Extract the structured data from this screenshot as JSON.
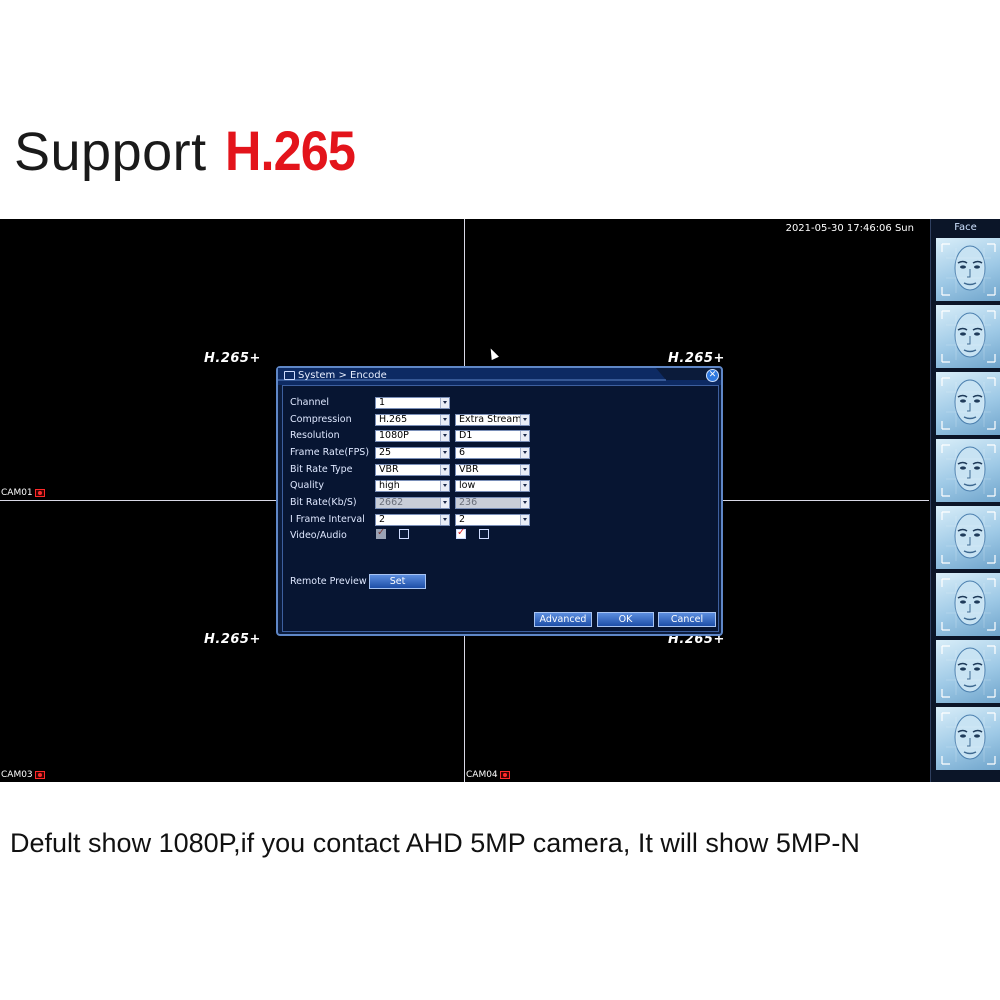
{
  "headline": {
    "plain": "Support",
    "accent": "H.265"
  },
  "screen": {
    "datetime": "2021-05-30 17:46:06 Sun",
    "codec_tag": "H.265+",
    "cameras": [
      "CAM01",
      "CAM03",
      "CAM04"
    ],
    "face_panel": {
      "title": "Face",
      "thumbnail_count": 8
    }
  },
  "dialog": {
    "breadcrumb": "System > Encode",
    "close_icon": "close-icon",
    "rows": [
      {
        "label": "Channel",
        "main": "1",
        "extra": ""
      },
      {
        "label": "Compression",
        "main": "H.265",
        "extra": "Extra Stream"
      },
      {
        "label": "Resolution",
        "main": "1080P",
        "extra": "D1"
      },
      {
        "label": "Frame Rate(FPS)",
        "main": "25",
        "extra": "6"
      },
      {
        "label": "Bit Rate Type",
        "main": "VBR",
        "extra": "VBR"
      },
      {
        "label": "Quality",
        "main": "high",
        "extra": "low"
      },
      {
        "label": "Bit Rate(Kb/S)",
        "main": "2662",
        "extra": "236"
      },
      {
        "label": "I Frame Interval",
        "main": "2",
        "extra": "2"
      },
      {
        "label": "Video/Audio",
        "main": "",
        "extra": ""
      }
    ],
    "remote_preview_label": "Remote Preview",
    "set_button": "Set",
    "advanced_button": "Advanced",
    "ok_button": "OK",
    "cancel_button": "Cancel"
  },
  "caption": "Defult show 1080P,if you contact AHD 5MP camera, It will show 5MP-N",
  "colors": {
    "accent": "#e3141b",
    "dialog_bg": "#0b1b3a",
    "dialog_border": "#5f87c7",
    "button": "#2f62c0"
  }
}
